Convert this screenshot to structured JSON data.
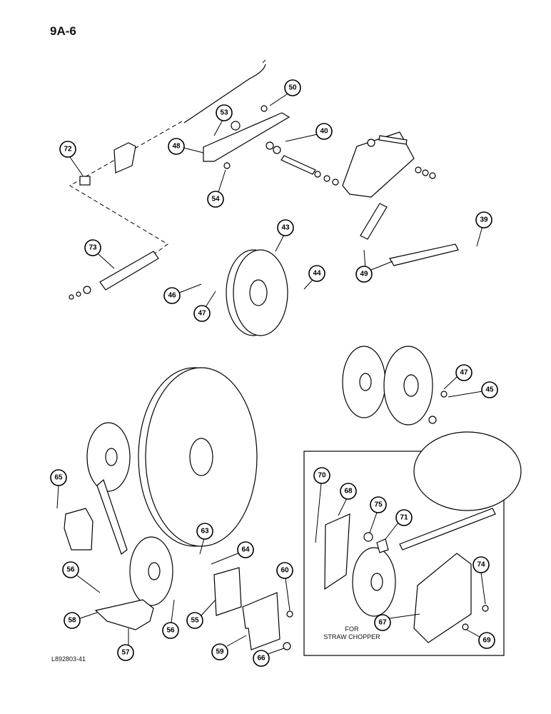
{
  "page_code": "9A-6",
  "drawing_id": "L892803-41",
  "inset_caption_line1": "FOR",
  "inset_caption_line2": "STRAW CHOPPER",
  "callouts": [
    "50",
    "53",
    "40",
    "72",
    "48",
    "54",
    "39",
    "43",
    "73",
    "44",
    "46",
    "47",
    "49",
    "47",
    "45",
    "65",
    "63",
    "64",
    "70",
    "68",
    "75",
    "71",
    "56",
    "60",
    "74",
    "58",
    "56",
    "55",
    "57",
    "59",
    "66",
    "67",
    "69"
  ]
}
